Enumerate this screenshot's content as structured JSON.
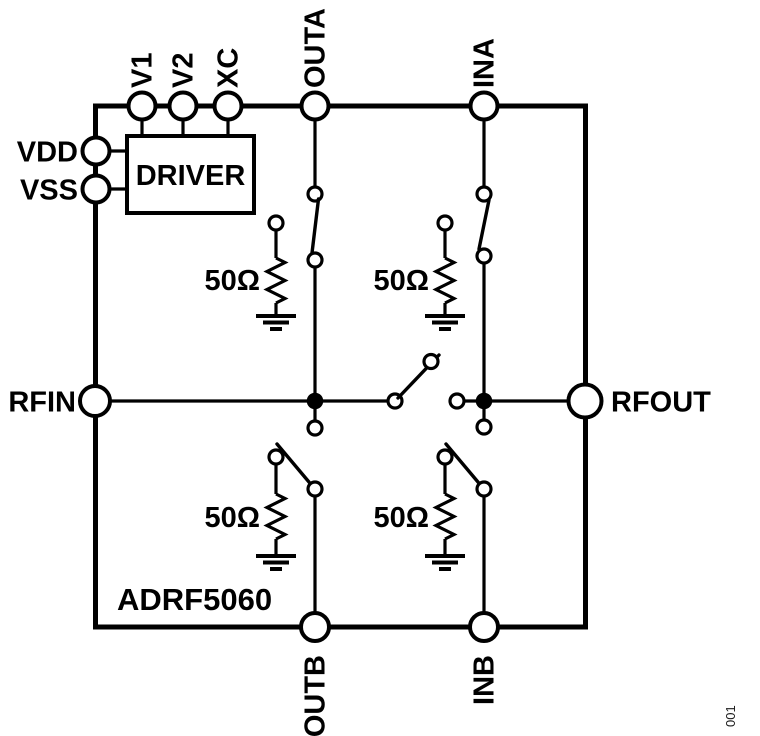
{
  "figure": {
    "part_number": "ADRF5060",
    "figure_number": "001",
    "background": "#ffffff",
    "line_color": "#000000",
    "driver": {
      "label": "DRIVER"
    },
    "pins": {
      "v1": "V1",
      "v2": "V2",
      "xc": "XC",
      "outa": "OUTA",
      "ina": "INA",
      "vdd": "VDD",
      "vss": "VSS",
      "rfin": "RFIN",
      "rfout": "RFOUT",
      "outb": "OUTB",
      "inb": "INB"
    },
    "resistors": {
      "outa_shunt": "50Ω",
      "ina_shunt": "50Ω",
      "outb_shunt": "50Ω",
      "inb_shunt": "50Ω"
    }
  }
}
